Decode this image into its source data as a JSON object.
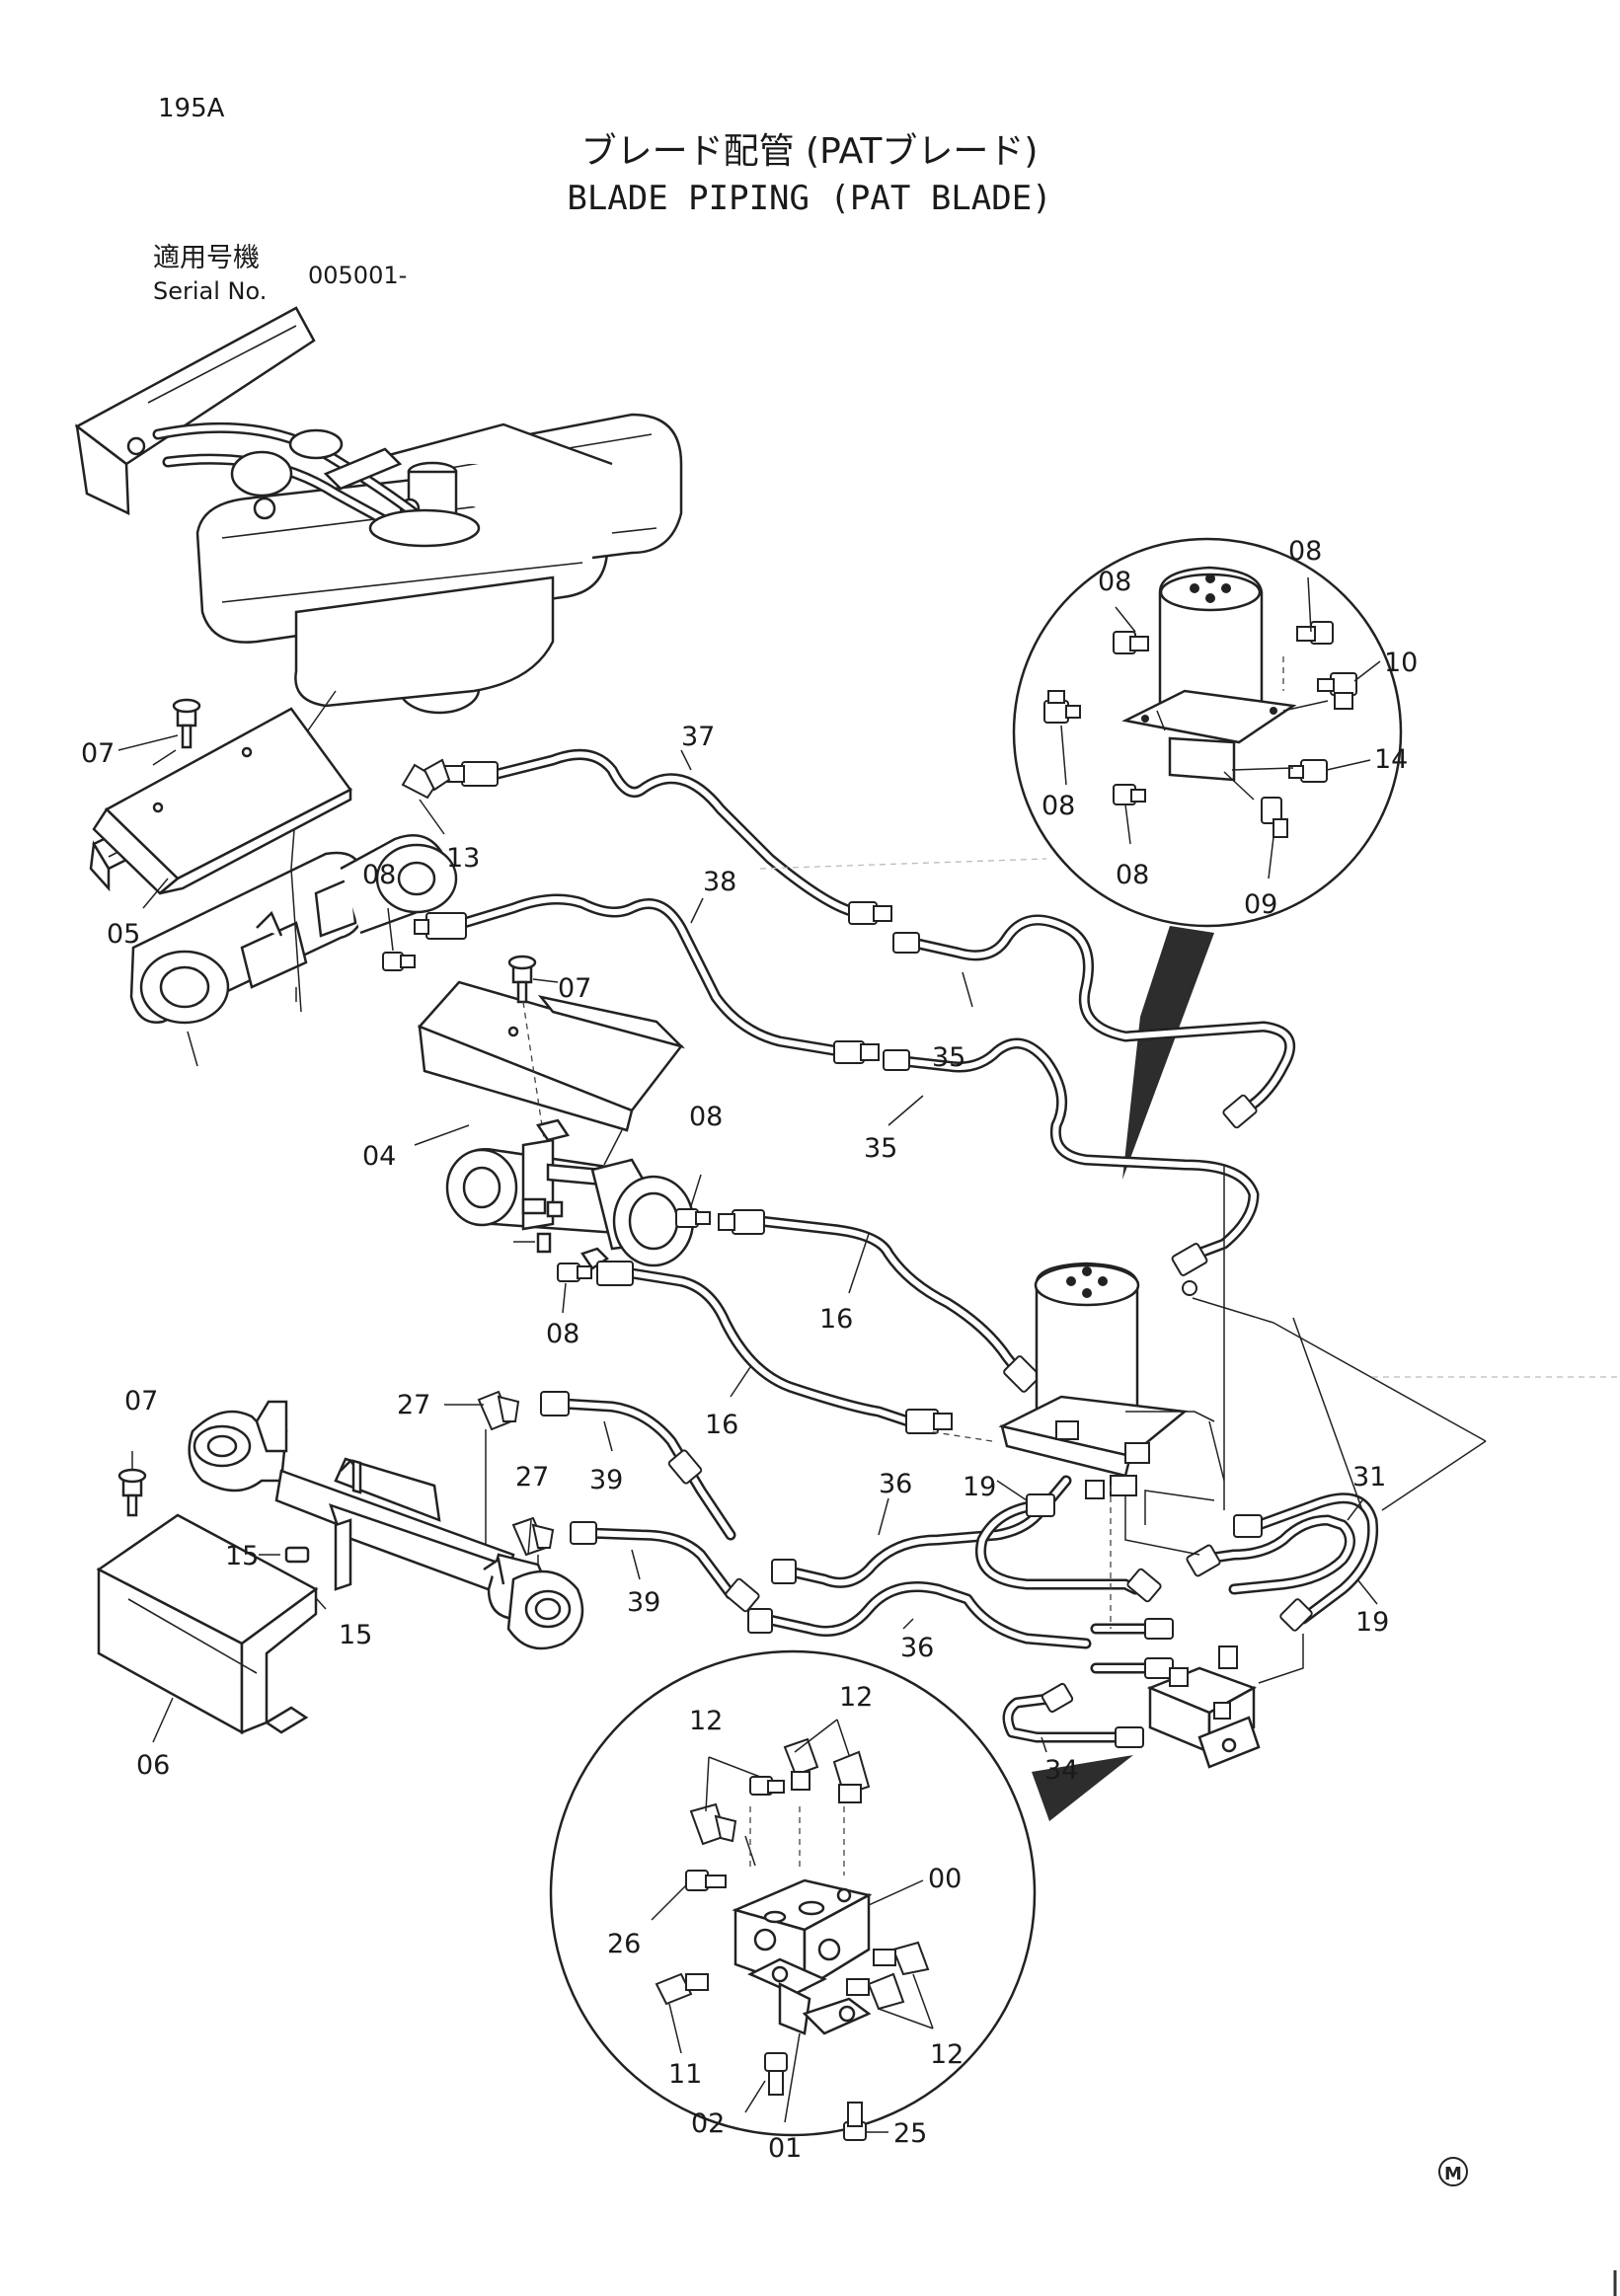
{
  "page": {
    "number": "195A",
    "title_jp": "ブレード配管 (PATブレード)",
    "title_en": "BLADE PIPING (PAT BLADE)",
    "serial_label_jp": "適用号機",
    "serial_label_en": "Serial No.",
    "serial_value": "005001-",
    "mark": "M"
  },
  "callouts": {
    "c07a": "07",
    "c05": "05",
    "c13": "13",
    "c37": "37",
    "c08a": "08",
    "c38": "38",
    "c07b": "07",
    "c04": "04",
    "c35a": "35",
    "c35b": "35",
    "c08b": "08",
    "c08c": "08",
    "c16a": "16",
    "c16b": "16",
    "c07c": "07",
    "c27a": "27",
    "c27b": "27",
    "c15a": "15",
    "c15b": "15",
    "c39a": "39",
    "c39b": "39",
    "c06": "06",
    "c36a": "36",
    "c36b": "36",
    "c19a": "19",
    "c19b": "19",
    "c31": "31",
    "c34": "34",
    "d08a": "08",
    "d08b": "08",
    "d10": "10",
    "d08c": "08",
    "d14": "14",
    "d08d": "08",
    "d09": "09",
    "e12a": "12",
    "e12b": "12",
    "e00": "00",
    "e26": "26",
    "e11": "11",
    "e12c": "12",
    "e02": "02",
    "e01": "01",
    "e25": "25"
  }
}
